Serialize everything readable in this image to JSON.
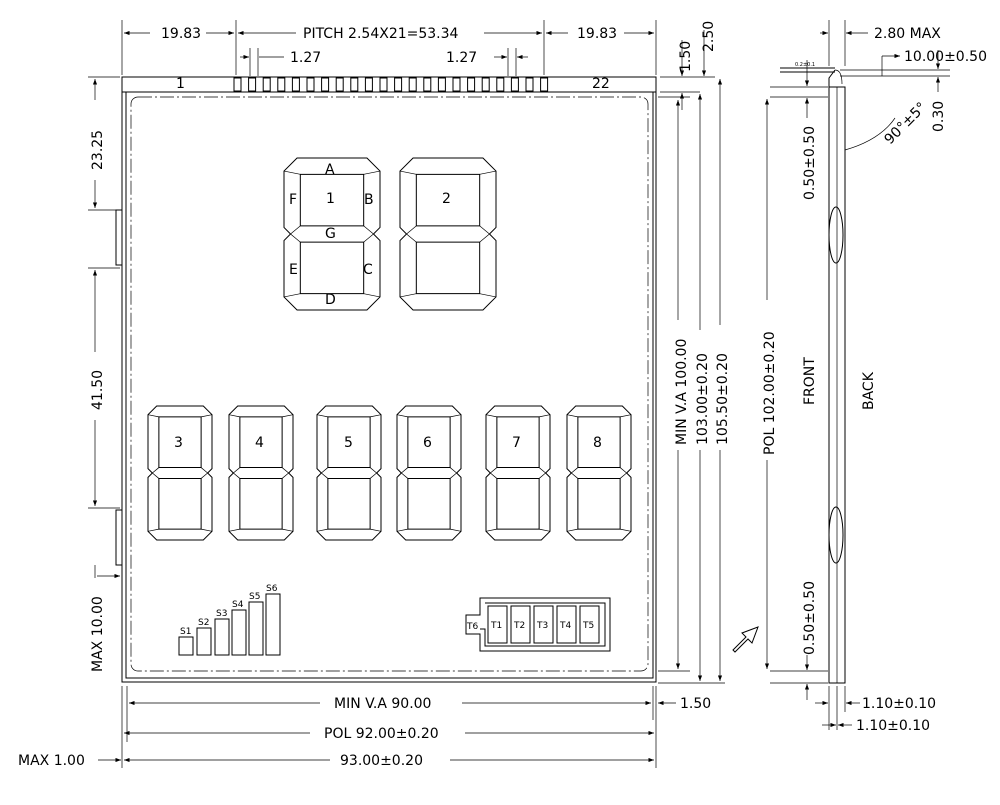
{
  "dimensions": {
    "top_left": "19.83",
    "pitch": "PITCH 2.54X21=53.34",
    "top_right": "19.83",
    "pitch_left": "1.27",
    "pitch_right": "1.27",
    "top_edge": "1.50",
    "top_edge2": "2.50",
    "left_upper": "23.25",
    "left_middle": "41.50",
    "left_lower": "MAX 10.00",
    "right_va": "MIN V.A 100.00",
    "right_glass": "103.00±0.20",
    "right_total": "105.50±0.20",
    "bottom_va": "MIN V.A 90.00",
    "bottom_edge": "1.50",
    "bottom_pol": "POL 92.00±0.20",
    "bottom_total": "93.00±0.20",
    "bottom_left": "MAX 1.00",
    "side_thickness": "2.80 MAX",
    "side_pin": "10.00±0.50",
    "side_pin_thk": "0.30",
    "side_angle": "90°±5°",
    "side_top": "0.50±0.50",
    "side_pol": "POL 102.00±0.20",
    "side_bottom": "0.50±0.50",
    "side_front": "FRONT",
    "side_back": "BACK",
    "side_b1": "1.10±0.10",
    "side_b2": "1.10±0.10",
    "side_tiny": "0.2±0.1"
  },
  "pins": {
    "first": "1",
    "last": "22"
  },
  "digits": {
    "d1": {
      "label": "1",
      "seg_a": "A",
      "seg_b": "B",
      "seg_c": "C",
      "seg_d": "D",
      "seg_e": "E",
      "seg_f": "F",
      "seg_g": "G"
    },
    "d2": "2",
    "d3": "3",
    "d4": "4",
    "d5": "5",
    "d6": "6",
    "d7": "7",
    "d8": "8"
  },
  "signal_bars": [
    "S1",
    "S2",
    "S3",
    "S4",
    "S5",
    "S6"
  ],
  "battery": {
    "tip": "T6",
    "cells": [
      "T1",
      "T2",
      "T3",
      "T4",
      "T5"
    ]
  }
}
